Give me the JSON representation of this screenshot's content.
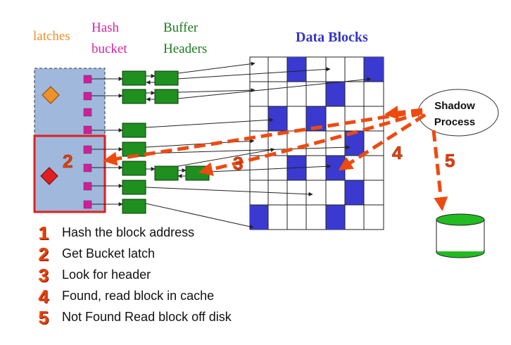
{
  "headers": {
    "latches": "latches",
    "hash_bucket_line1": "Hash",
    "hash_bucket_line2": "bucket",
    "buffer_headers_line1": "Buffer",
    "buffer_headers_line2": "Headers",
    "data_blocks": "Data Blocks"
  },
  "shadow_process": {
    "line1": "Shadow",
    "line2": "Process"
  },
  "step_markers": [
    "2",
    "3",
    "4",
    "5"
  ],
  "legend": [
    {
      "num": "1",
      "text": "Hash the block address"
    },
    {
      "num": "2",
      "text": "Get Bucket latch"
    },
    {
      "num": "3",
      "text": "Look for header"
    },
    {
      "num": "4",
      "text": "Found, read block in cache"
    },
    {
      "num": "5",
      "text": "Not Found Read block off disk"
    }
  ],
  "colors": {
    "latches_label": "#f0902a",
    "hash_label": "#d4269e",
    "buffer_label": "#1d7a1d",
    "data_blocks_label": "#3535c8",
    "latch_region": "#9fb8dc",
    "hash_bucket": "#d21d9b",
    "buffer_header": "#1f8f1f",
    "filled_block": "#3a3ad0",
    "step_arrow": "#ee4a0f",
    "selected_region": "#e02020",
    "disk": "#22bb22"
  },
  "icons": {
    "latch_diamond_top": "orange-diamond",
    "latch_diamond_bottom": "red-diamond",
    "disk": "cylinder"
  }
}
